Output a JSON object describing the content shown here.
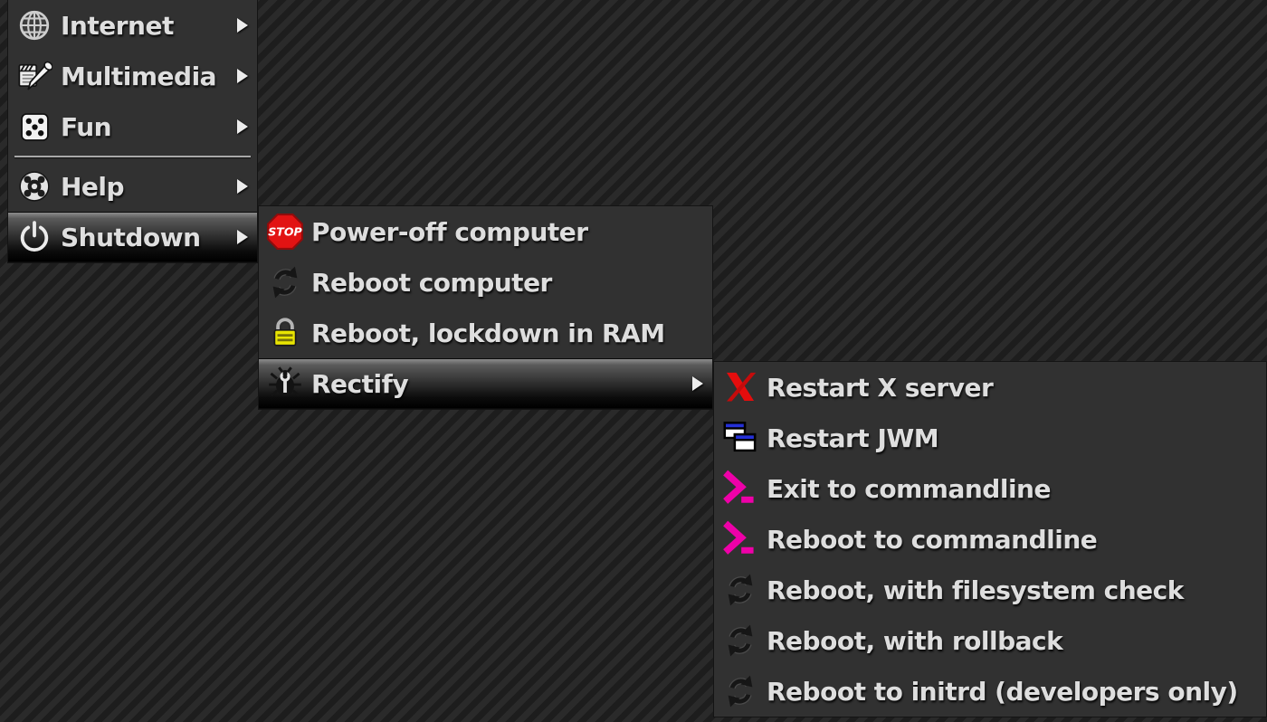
{
  "colors": {
    "desktop_stripe_light": "#2a2a2a",
    "desktop_stripe_dark": "#1d1d1d",
    "panel_background": "#313131",
    "menu_text": "#dedede",
    "highlight_top": "#8c8c8c",
    "highlight_bottom": "#000000",
    "stop_sign_red": "#e21313",
    "prompt_magenta": "#ee00a8",
    "padlock_yellow": "#e8e402",
    "x_server_red": "#e40d0d",
    "window_titlebar_blue": "#2430d8"
  },
  "menus": [
    {
      "name": "main-menu",
      "items": [
        {
          "label": "Internet",
          "icon": "globe-icon",
          "submenu": true
        },
        {
          "label": "Multimedia",
          "icon": "multimedia-icon",
          "submenu": true
        },
        {
          "label": "Fun",
          "icon": "dice-icon",
          "submenu": true
        },
        {
          "separator": true
        },
        {
          "label": "Help",
          "icon": "lifebuoy-icon",
          "submenu": true
        },
        {
          "label": "Shutdown",
          "icon": "power-icon",
          "submenu": true,
          "highlighted": true
        }
      ]
    },
    {
      "name": "shutdown-submenu",
      "items": [
        {
          "label": "Power-off computer",
          "icon": "stop-icon"
        },
        {
          "label": "Reboot computer",
          "icon": "reboot-icon"
        },
        {
          "label": "Reboot, lockdown in RAM",
          "icon": "padlock-icon"
        },
        {
          "label": "Rectify",
          "icon": "bug-wrench-icon",
          "submenu": true,
          "highlighted": true
        }
      ]
    },
    {
      "name": "rectify-submenu",
      "items": [
        {
          "label": "Restart X server",
          "icon": "x-server-icon"
        },
        {
          "label": "Restart JWM",
          "icon": "windows-icon"
        },
        {
          "label": "Exit to commandline",
          "icon": "terminal-prompt-icon"
        },
        {
          "label": "Reboot to commandline",
          "icon": "terminal-prompt-icon"
        },
        {
          "label": "Reboot, with filesystem check",
          "icon": "reboot-icon"
        },
        {
          "label": "Reboot, with rollback",
          "icon": "reboot-icon"
        },
        {
          "label": "Reboot to initrd (developers only)",
          "icon": "reboot-icon"
        }
      ]
    }
  ]
}
